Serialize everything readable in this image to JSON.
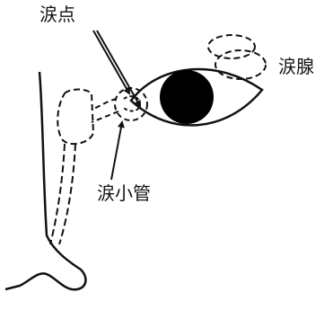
{
  "labels": {
    "lacrimal_punctum": "涙点",
    "lacrimal_gland": "涙腺",
    "lacrimal_canaliculus": "涙小管"
  },
  "colors": {
    "stroke": "#111111",
    "pupil": "#000000",
    "background": "#ffffff"
  }
}
